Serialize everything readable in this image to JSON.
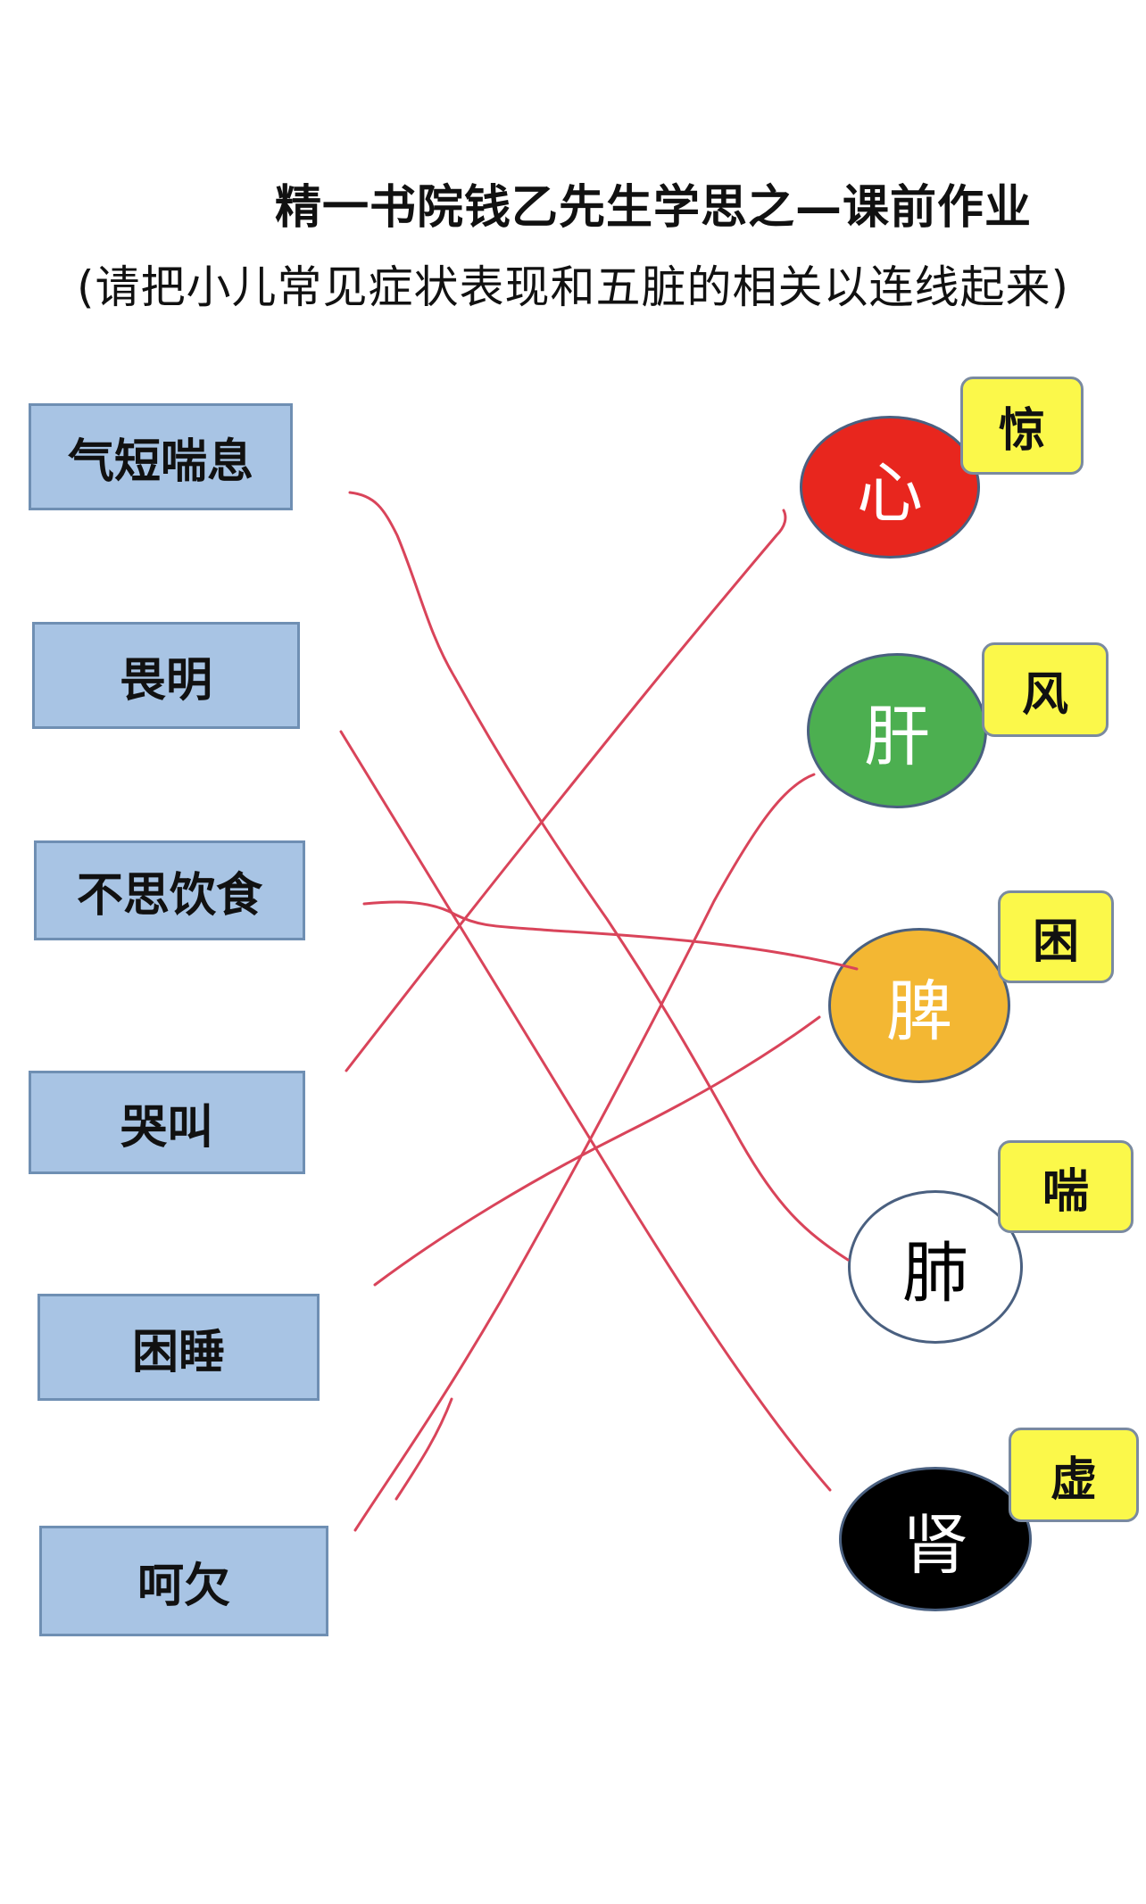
{
  "title": "精一书院钱乙先生学思之—课前作业",
  "subtitle": "(请把小儿常见症状表现和五脏的相关以连线起来)",
  "symptoms": [
    "气短喘息",
    "畏明",
    "不思饮食",
    "哭叫",
    "困睡",
    "呵欠"
  ],
  "organs": [
    {
      "label": "心",
      "tag": "惊",
      "color": "#e8261e",
      "text_color": "#ffffff"
    },
    {
      "label": "肝",
      "tag": "风",
      "color": "#4caf50",
      "text_color": "#ffffff"
    },
    {
      "label": "脾",
      "tag": "困",
      "color": "#f3b733",
      "text_color": "#ffffff"
    },
    {
      "label": "肺",
      "tag": "喘",
      "color": "#ffffff",
      "text_color": "#000000"
    },
    {
      "label": "肾",
      "tag": "虚",
      "color": "#000000",
      "text_color": "#ffffff"
    }
  ],
  "connections": [
    {
      "symptom": "气短喘息",
      "organ": "肺"
    },
    {
      "symptom": "畏明",
      "organ": "肾"
    },
    {
      "symptom": "不思饮食",
      "organ": "脾"
    },
    {
      "symptom": "哭叫",
      "organ": "心"
    },
    {
      "symptom": "困睡",
      "organ": "脾"
    },
    {
      "symptom": "呵欠",
      "organ": "肝"
    }
  ],
  "line_color": "#d9445a"
}
